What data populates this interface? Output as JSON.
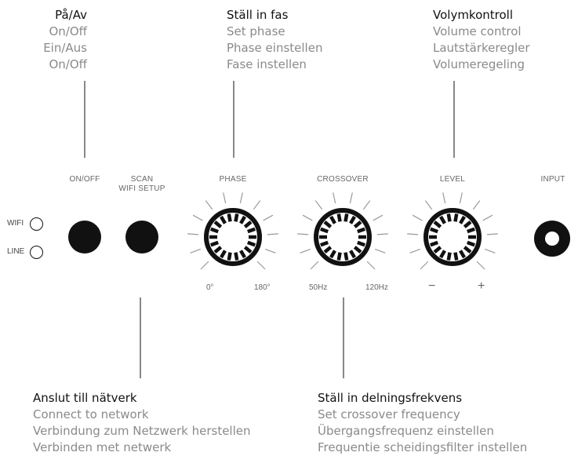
{
  "callouts": {
    "power": {
      "title": "På/Av",
      "lines": [
        "On/Off",
        "Ein/Aus",
        "On/Off"
      ]
    },
    "phase": {
      "title": "Ställ in fas",
      "lines": [
        "Set phase",
        "Phase einstellen",
        "Fase instellen"
      ]
    },
    "volume": {
      "title": "Volymkontroll",
      "lines": [
        "Volume control",
        "Lautstärkeregler",
        "Volumeregeling"
      ]
    },
    "network": {
      "title": "Anslut till nätverk",
      "lines": [
        "Connect to network",
        "Verbindung zum Netzwerk herstellen",
        "Verbinden met netwerk"
      ]
    },
    "crossover": {
      "title": "Ställ in delningsfrekvens",
      "lines": [
        "Set crossover frequency",
        "Übergangsfrequenz einstellen",
        "Frequentie scheidingsfilter instellen"
      ]
    }
  },
  "panel": {
    "onoff_label": "ON/OFF",
    "scan_label_1": "SCAN",
    "scan_label_2": "WIFI SETUP",
    "phase_label": "PHASE",
    "crossover_label": "CROSSOVER",
    "level_label": "LEVEL",
    "input_label": "INPUT",
    "wifi_label": "WIFI",
    "line_label": "LINE",
    "phase_min": "0°",
    "phase_max": "180°",
    "crossover_min": "50Hz",
    "crossover_max": "120Hz",
    "level_min": "−",
    "level_max": "+"
  }
}
